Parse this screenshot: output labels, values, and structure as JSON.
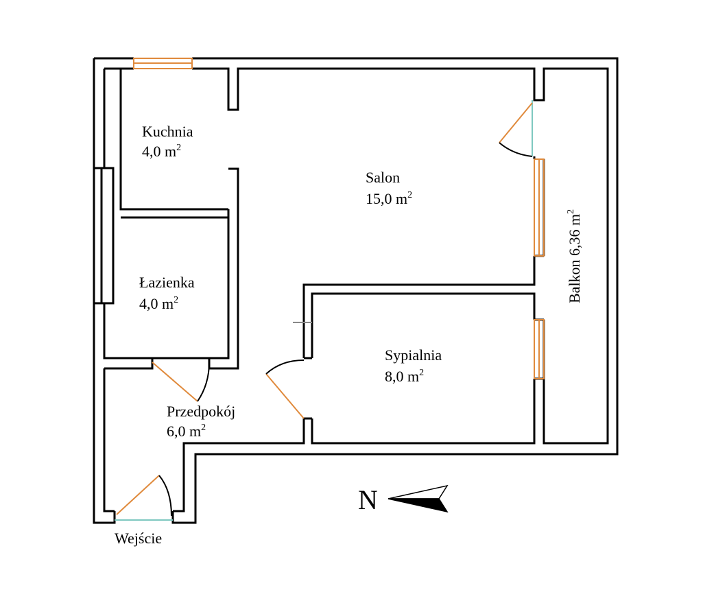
{
  "plan": {
    "rooms": [
      {
        "name": "Kuchnia",
        "area": "4,0 m",
        "sup": "2"
      },
      {
        "name": "Salon",
        "area": "15,0 m",
        "sup": "2"
      },
      {
        "name": "Łazienka",
        "area": "4,0 m",
        "sup": "2"
      },
      {
        "name": "Sypialnia",
        "area": "8,0 m",
        "sup": "2"
      },
      {
        "name": "Przedpokój",
        "area": "6,0 m",
        "sup": "2"
      }
    ],
    "balcony": {
      "text": "Balkon 6,36 m",
      "sup": "2"
    },
    "entrance": "Wejście",
    "compass": "N"
  },
  "colors": {
    "wall": "#000000",
    "door_window": "#e08a3c",
    "glass": "#7ec8c0"
  }
}
